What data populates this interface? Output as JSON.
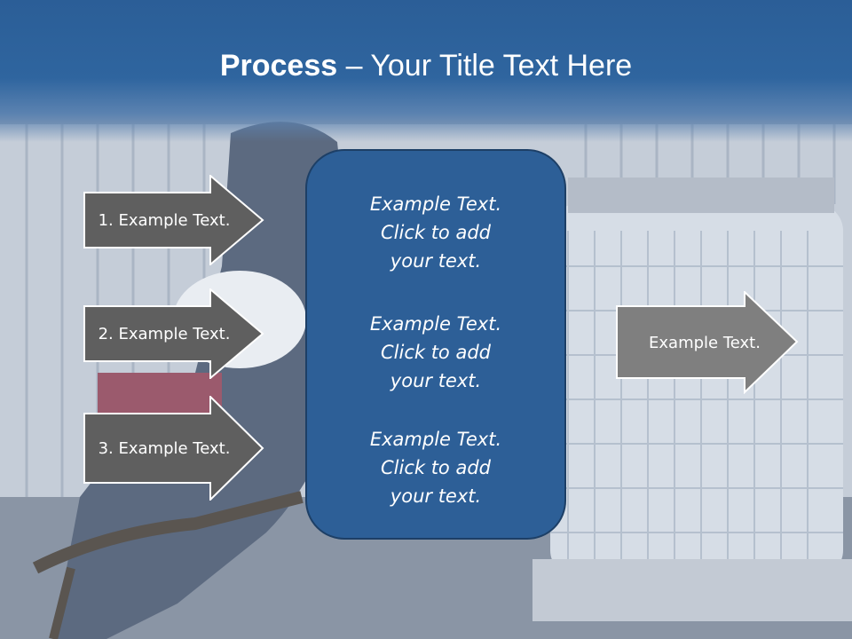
{
  "title": {
    "bold": "Process",
    "rest": " – Your Title Text Here"
  },
  "left_arrows": [
    {
      "label": "1. Example Text."
    },
    {
      "label": "2. Example Text."
    },
    {
      "label": "3. Example Text."
    }
  ],
  "center_panel": {
    "items": [
      {
        "text": "Example Text.\nClick  to add\nyour text."
      },
      {
        "text": "Example Text.\nClick  to add\nyour text."
      },
      {
        "text": "Example Text.\nClick  to add\nyour text."
      }
    ]
  },
  "right_arrow": {
    "label": "Example Text."
  },
  "colors": {
    "title_band": "#2b5e97",
    "panel_fill": "#2d5f97",
    "arrow_dark": "#5f5f5f",
    "arrow_light": "#7f7f7f"
  }
}
